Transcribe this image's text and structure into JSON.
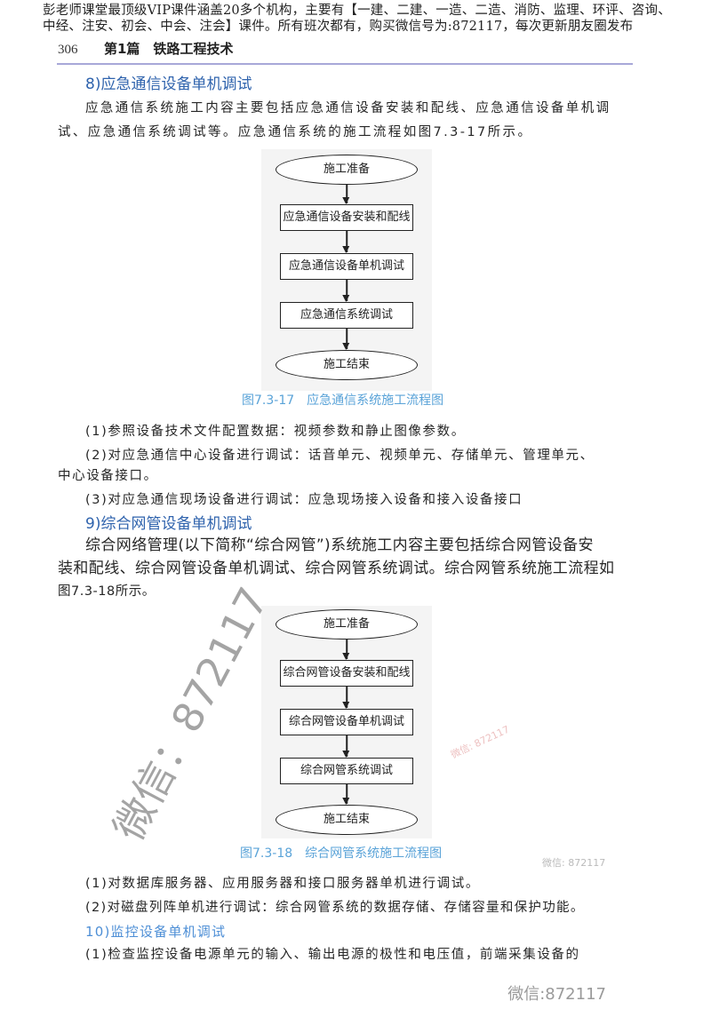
{
  "banner": {
    "line1": "彭老师课堂最顶级VIP课件涵盖20多个机构，主要有【一建、二建、一造、二造、消防、监理、环评、咨询、",
    "line2": "中经、注安、初会、中会、注会】课件。所有班次都有，购买微信号为:872117，每次更新朋友圈发布"
  },
  "header": {
    "page_number": "306",
    "part_title": "第1篇　铁路工程技术"
  },
  "section8": {
    "heading": "8)应急通信设备单机调试",
    "para_line1": "应急通信系统施工内容主要包括应急通信设备安装和配线、应急通信设备单机调",
    "para_line2": "试、应急通信系统调试等。应急通信系统的施工流程如图7.3-17所示。",
    "flow": [
      "施工准备",
      "应急通信设备安装和配线",
      "应急通信设备单机调试",
      "应急通信系统调试",
      "施工结束"
    ],
    "caption": "图7.3-17　应急通信系统施工流程图",
    "item1": "(1)参照设备技术文件配置数据：视频参数和静止图像参数。",
    "item2_line1": "(2)对应急通信中心设备进行调试：话音单元、视频单元、存储单元、管理单元、",
    "item2_line2": "中心设备接口。",
    "item3": "(3)对应急通信现场设备进行调试：应急现场接入设备和接入设备接口"
  },
  "section9": {
    "heading": "9)综合网管设备单机调试",
    "para_line1": "综合网络管理(以下简称“综合网管”)系统施工内容主要包括综合网管设备安",
    "para_line2": "装和配线、综合网管设备单机调试、综合网管系统调试。综合网管系统施工流程如",
    "para_line3": "图7.3-18所示。",
    "flow": [
      "施工准备",
      "综合网管设备安装和配线",
      "综合网管设备单机调试",
      "综合网管系统调试",
      "施工结束"
    ],
    "caption": "图7.3-18　综合网管系统施工流程图",
    "item1": "(1)对数据库服务器、应用服务器和接口服务器单机进行调试。",
    "item2": "(2)对磁盘列阵单机进行调试：综合网管系统的数据存储、存储容量和保护功能。"
  },
  "section10": {
    "heading": "10)监控设备单机调试",
    "item1": "(1)检查监控设备电源单元的输入、输出电源的极性和电压值，前端采集设备的"
  },
  "watermarks": {
    "diagonal": "微信：872117",
    "small": "微信: 872117",
    "bottom": "微信:872117"
  },
  "colors": {
    "heading_blue": "#2f63ad",
    "caption_blue": "#5aa3d8",
    "rule": "#a8a8d8"
  }
}
